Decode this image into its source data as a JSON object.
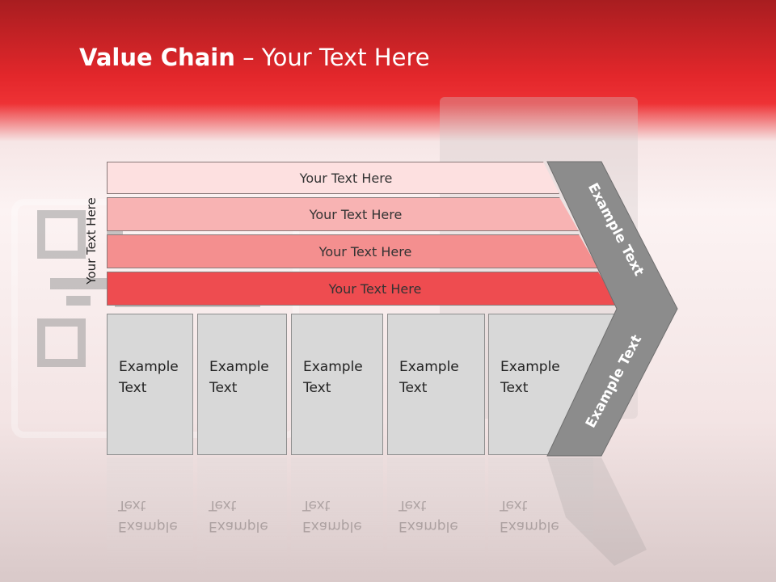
{
  "title": {
    "bold": "Value Chain",
    "rest": " – Your Text Here"
  },
  "side_label": "Your Text Here",
  "bars": [
    {
      "label": "Your Text Here",
      "color": "#fde0e0"
    },
    {
      "label": "Your Text Here",
      "color": "#f8b3b3"
    },
    {
      "label": "Your Text Here",
      "color": "#f48f8f"
    },
    {
      "label": "Your Text Here",
      "color": "#ee4c50"
    }
  ],
  "boxes": [
    {
      "line1": "Example",
      "line2": "Text"
    },
    {
      "line1": "Example",
      "line2": "Text"
    },
    {
      "line1": "Example",
      "line2": "Text"
    },
    {
      "line1": "Example",
      "line2": "Text"
    },
    {
      "line1": "Example",
      "line2": "Text"
    }
  ],
  "chevron": {
    "top": "Example Text",
    "bottom": "Example Text",
    "color": "#8c8c8c"
  }
}
